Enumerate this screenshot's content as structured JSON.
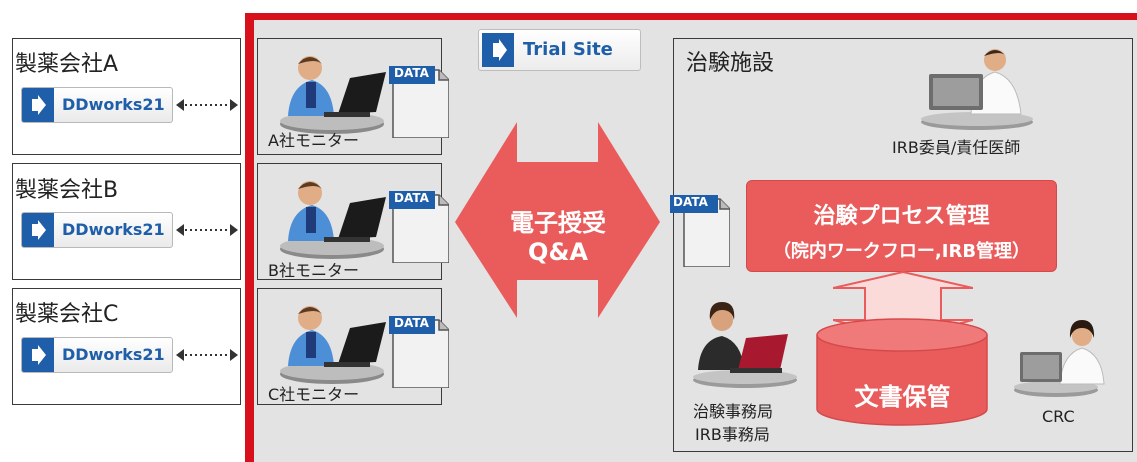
{
  "companies": [
    {
      "name": "製薬会社A",
      "button": "DDworks21",
      "monitor": "A社モニター"
    },
    {
      "name": "製薬会社B",
      "button": "DDworks21",
      "monitor": "B社モニター"
    },
    {
      "name": "製薬会社C",
      "button": "DDworks21",
      "monitor": "C社モニター"
    }
  ],
  "data_label": "DATA",
  "trial_site": "Trial Site",
  "exchange": {
    "line1": "電子授受",
    "line2": "Q&A"
  },
  "facility": {
    "title": "治験施設",
    "irb_label": "IRB委員/責任医師",
    "process_line1": "治験プロセス管理",
    "process_line2": "（院内ワークフロー,IRB管理）",
    "storage": "文書保管",
    "office_line1": "治験事務局",
    "office_line2": "IRB事務局",
    "crc": "CRC"
  },
  "colors": {
    "frame": "#d7101b",
    "accent": "#ea5c5c",
    "brand": "#1f5ea8"
  }
}
